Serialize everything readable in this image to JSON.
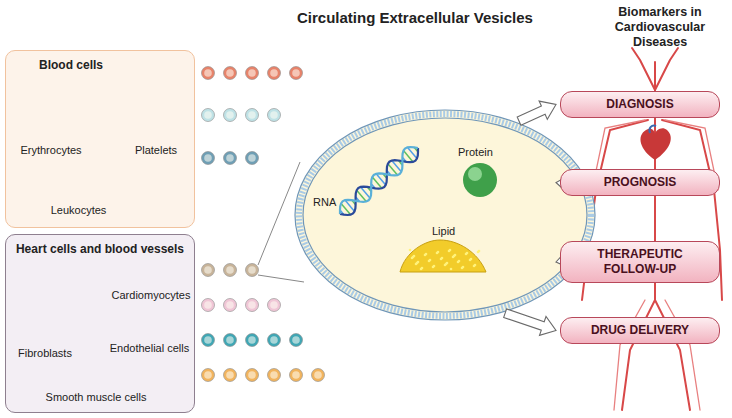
{
  "diagram": {
    "title": "Circulating Extracellular Vesicles",
    "nodes": [
      {
        "text": [
          "Blood cells"
        ]
      },
      {
        "text": [
          "Erythrocytes"
        ],
        "in": 0
      },
      {
        "text": [
          "Platelets"
        ],
        "in": 0
      },
      {
        "text": [
          "Leukocytes"
        ],
        "in": 0
      },
      {
        "text": [
          "Heart cells and blood vessels"
        ]
      },
      {
        "text": [
          "Cardiomyocytes"
        ],
        "in": 4
      },
      {
        "text": [
          "Fibroblasts"
        ],
        "in": 4
      },
      {
        "text": [
          "Endothelial cells"
        ],
        "in": 4
      },
      {
        "text": [
          "Smooth muscle cells"
        ],
        "in": 4
      },
      {
        "text": [
          "RNA",
          "Protein",
          "Lipid"
        ]
      },
      {
        "text": [
          "DIAGNOSIS"
        ]
      },
      {
        "text": [
          "PROGNOSIS"
        ]
      },
      {
        "text": [
          "THERAPEUTIC FOLLOW-UP"
        ]
      },
      {
        "text": [
          "DRUG DELIVERY"
        ]
      }
    ],
    "edges": [
      {
        "from": 9,
        "to": 10,
        "arrow": "to"
      },
      {
        "from": 9,
        "to": 11,
        "arrow": "to"
      },
      {
        "from": 9,
        "to": 12,
        "arrow": "to"
      },
      {
        "from": 9,
        "to": 13,
        "arrow": "to"
      }
    ],
    "labels": [
      "Biomarkers in Cardiovascular Diseases"
    ]
  }
}
